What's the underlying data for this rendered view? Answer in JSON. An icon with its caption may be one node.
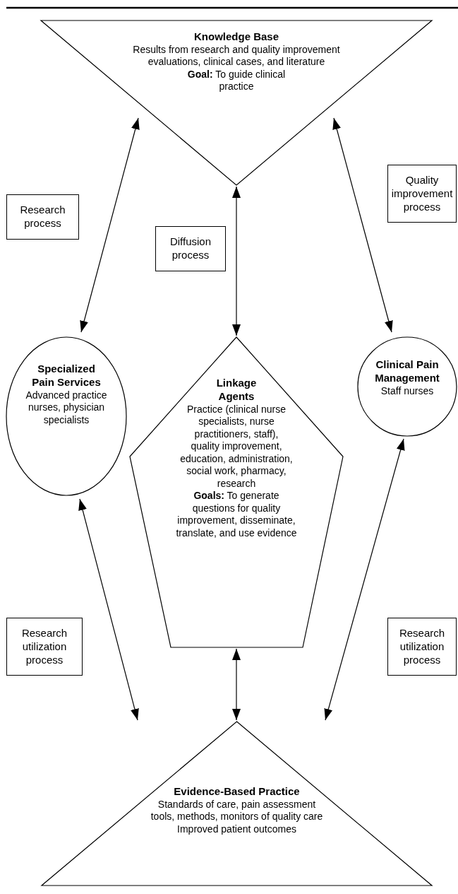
{
  "diagram": {
    "nodes": [
      {
        "text": [
          "Knowledge Base",
          "Results from research and quality improvement evaluations, clinical cases, and literature",
          "**Goal:** To guide clinical practice"
        ]
      },
      {
        "text": [
          "Research process"
        ]
      },
      {
        "text": [
          "Diffusion process"
        ]
      },
      {
        "text": [
          "Quality improvement process"
        ]
      },
      {
        "text": [
          "Specialized Pain Services",
          "Advanced practice nurses, physician specialists"
        ]
      },
      {
        "text": [
          "Linkage Agents",
          "Practice (clinical nurse specialists, nurse practitioners, staff), quality improvement, education, administration, social work, pharmacy, research",
          "**Goals:** To generate questions for quality improvement, disseminate, translate, and use evidence"
        ]
      },
      {
        "text": [
          "Clinical Pain Management",
          "Staff nurses"
        ]
      },
      {
        "text": [
          "Research utilization process"
        ]
      },
      {
        "text": [
          "Research utilization process"
        ]
      },
      {
        "text": [
          "Evidence-Based Practice",
          "Standards of care, pain assessment tools, methods, monitors of quality care",
          "Improved patient outcomes"
        ]
      }
    ],
    "edges": [
      {
        "from": 0,
        "to": 4,
        "arrow": "both"
      },
      {
        "from": 0,
        "to": 5,
        "arrow": "both"
      },
      {
        "from": 0,
        "to": 6,
        "arrow": "both"
      },
      {
        "from": 4,
        "to": 9,
        "arrow": "both"
      },
      {
        "from": 5,
        "to": 9,
        "arrow": "both"
      },
      {
        "from": 6,
        "to": 9,
        "arrow": "both"
      }
    ]
  }
}
